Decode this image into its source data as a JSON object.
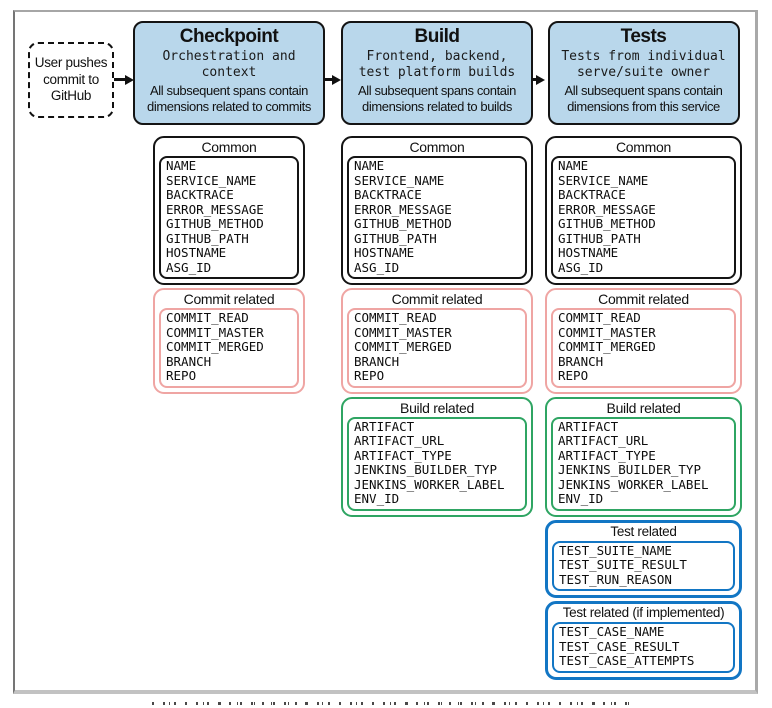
{
  "colors": {
    "stage_fill": "#b9d7eb",
    "stage_border": "#141414",
    "common_border": "#141414",
    "commit_border": "#efa5a3",
    "build_border": "#2fa563",
    "test_border": "#1276c4",
    "frame_border": "#a6a6a6",
    "arrow": "#111111"
  },
  "trigger": {
    "label_lines": [
      "User pushes",
      "commit to",
      "GitHub"
    ]
  },
  "stages": [
    {
      "title": "Checkpoint",
      "subtitle_lines": [
        "Orchestration and",
        "context"
      ],
      "description_lines": [
        "All subsequent spans contain",
        "dimensions related to commits"
      ]
    },
    {
      "title": "Build",
      "subtitle_lines": [
        "Frontend, backend,",
        "test platform builds"
      ],
      "description_lines": [
        "All subsequent spans contain",
        "dimensions related to builds"
      ]
    },
    {
      "title": "Tests",
      "subtitle_lines": [
        "Tests from individual",
        "serve/suite owner"
      ],
      "description_lines": [
        "All subsequent spans contain",
        "dimensions from this service"
      ]
    }
  ],
  "groups": {
    "common": {
      "title": "Common",
      "items": [
        "NAME",
        "SERVICE_NAME",
        "BACKTRACE",
        "ERROR_MESSAGE",
        "GITHUB_METHOD",
        "GITHUB_PATH",
        "HOSTNAME",
        "ASG_ID"
      ]
    },
    "commit": {
      "title": "Commit related",
      "items": [
        "COMMIT_READ",
        "COMMIT_MASTER",
        "COMMIT_MERGED",
        "BRANCH",
        "REPO"
      ]
    },
    "build": {
      "title": "Build related",
      "items": [
        "ARTIFACT",
        "ARTIFACT_URL",
        "ARTIFACT_TYPE",
        "JENKINS_BUILDER_TYP",
        "JENKINS_WORKER_LABEL",
        "ENV_ID"
      ]
    },
    "test_suite": {
      "title": "Test related",
      "items": [
        "TEST_SUITE_NAME",
        "TEST_SUITE_RESULT",
        "TEST_RUN_REASON"
      ]
    },
    "test_case": {
      "title": "Test related (if implemented)",
      "items": [
        "TEST_CASE_NAME",
        "TEST_CASE_RESULT",
        "TEST_CASE_ATTEMPTS"
      ]
    }
  }
}
